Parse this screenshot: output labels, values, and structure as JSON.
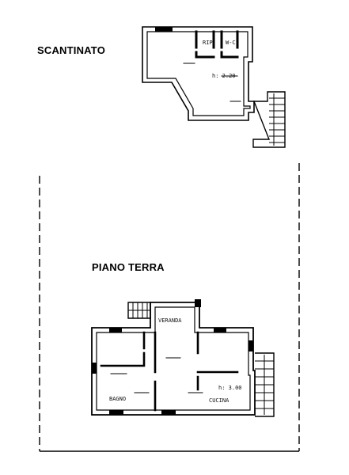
{
  "floors": {
    "basement": {
      "title": "SCANTINATO",
      "rooms": {
        "storage": "RIP",
        "wc": "W-C",
        "height": "h: 2.20"
      }
    },
    "ground": {
      "title": "PIANO TERRA",
      "rooms": {
        "veranda": "VERANDA",
        "bath": "BAGNO",
        "height": "h: 3.00",
        "kitchen": "CUCINA"
      }
    }
  },
  "colors": {
    "ink": "#000000",
    "paper": "#ffffff"
  }
}
